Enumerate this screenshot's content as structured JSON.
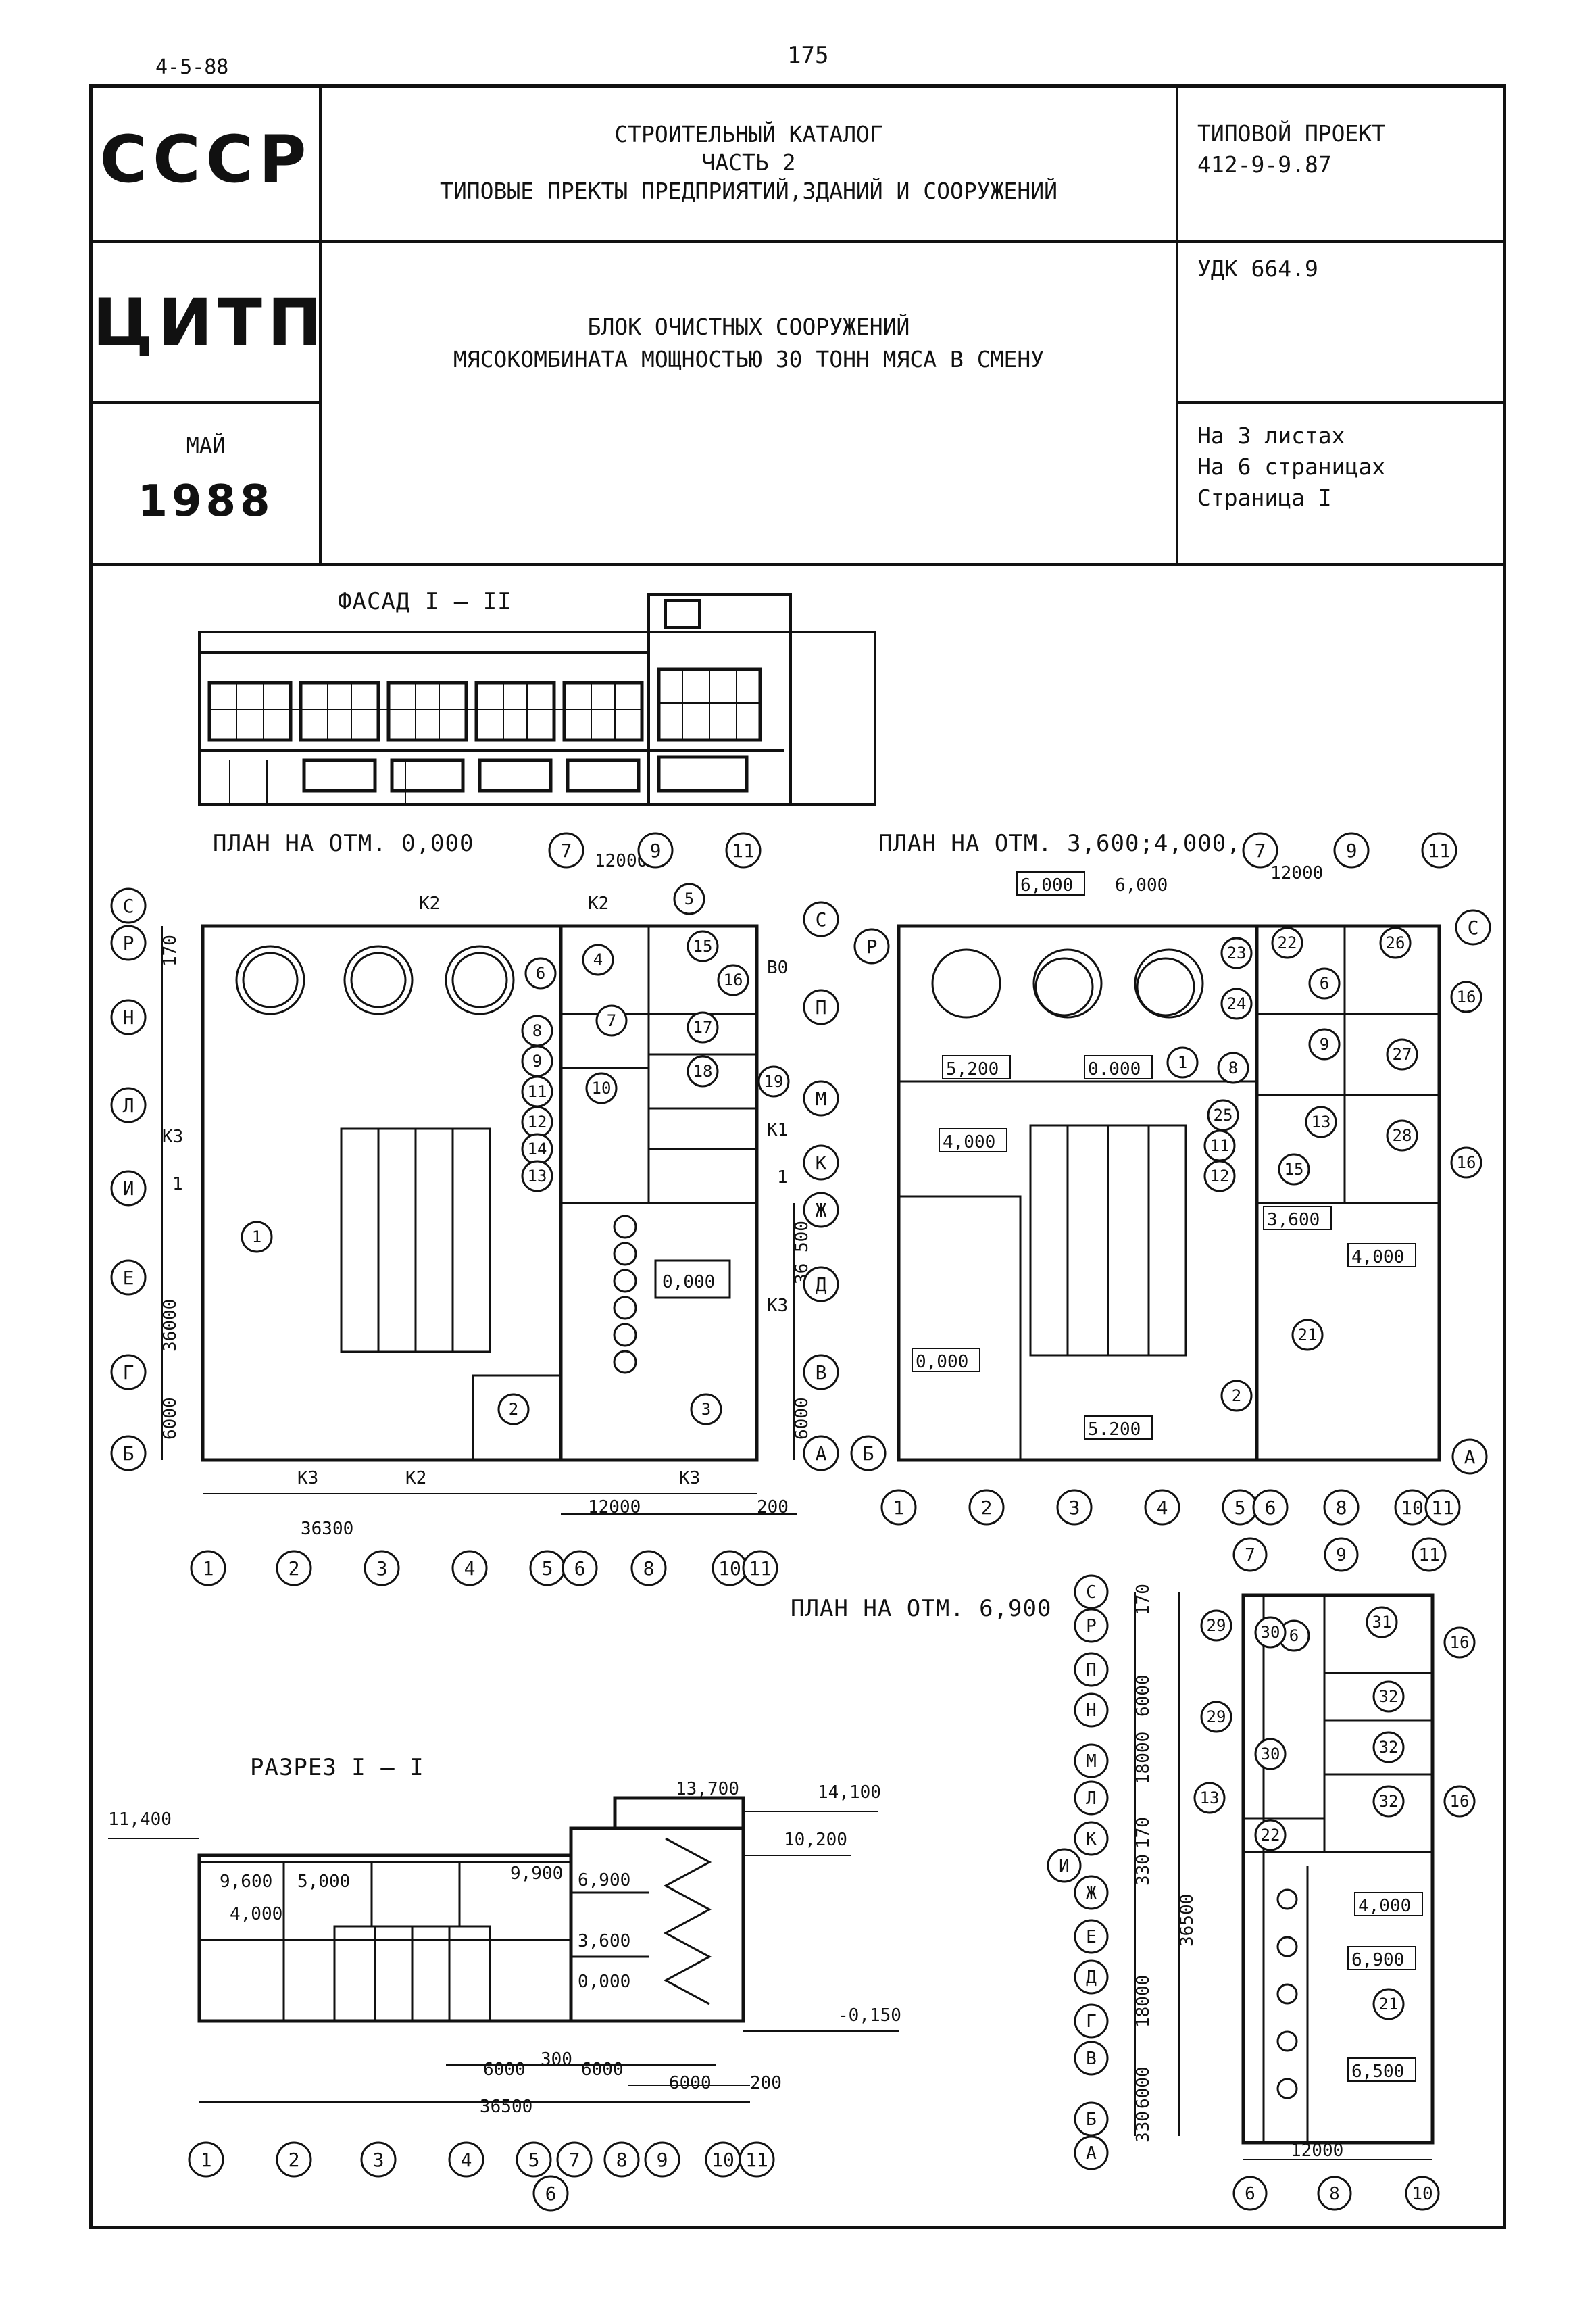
{
  "page": {
    "date_code": "4-5-88",
    "page_number": "175"
  },
  "header": {
    "country": "СССР",
    "org": "ЦИТП",
    "month": "МАЙ",
    "year": "1988",
    "catalog_line1": "СТРОИТЕЛЬНЫЙ КАТАЛОГ",
    "catalog_line2": "ЧАСТЬ 2",
    "catalog_line3": "ТИПОВЫЕ ПРЕКТЫ ПРЕДПРИЯТИЙ,ЗДАНИЙ И СООРУЖЕНИЙ",
    "project_label": "ТИПОВОЙ ПРОЕКТ",
    "project_number": "412-9-9.87",
    "udk": "УДК 664.9",
    "title_line1": "БЛОК ОЧИСТНЫХ СООРУЖЕНИЙ",
    "title_line2": "МЯСОКОМБИНАТА МОЩНОСТЬЮ 30 ТОНН МЯСА В СМЕНУ",
    "sheets": "На 3 листах",
    "pages": "На 6 страницах",
    "page_label": "Страница I"
  },
  "drawings": {
    "facade_title": "ФАСАД  I – II",
    "plan0_title": "ПЛАН НА ОТМ. 0,000",
    "plan36_title": "ПЛАН НА ОТМ. 3,600;4,000,",
    "plan69_title": "ПЛАН НА ОТМ. 6,900",
    "section_title": "РАЗРЕЗ  I – I",
    "plan0": {
      "axes_bottom": [
        "1",
        "2",
        "3",
        "4",
        "5",
        "6",
        "8",
        "10",
        "11"
      ],
      "axes_top": [
        "7",
        "9",
        "11"
      ],
      "axes_left": [
        "С",
        "Р",
        "Н",
        "Л",
        "И",
        "Е",
        "Г",
        "Б"
      ],
      "axes_right": [
        "С",
        "П",
        "М",
        "К",
        "Ж",
        "Д",
        "В",
        "А"
      ],
      "dims": [
        "36300",
        "12000",
        "200",
        "12000",
        "170",
        "36000",
        "6000",
        "36500",
        "6000"
      ],
      "rooms": [
        "1",
        "2",
        "3",
        "4",
        "5",
        "6",
        "7",
        "8",
        "9",
        "10",
        "11",
        "12",
        "13",
        "14",
        "15",
        "16",
        "17",
        "18",
        "19"
      ],
      "marks": [
        "0,000"
      ],
      "pipes": [
        "К2",
        "К3",
        "К1",
        "В0"
      ],
      "section_marks": [
        "1",
        "1"
      ]
    },
    "plan36": {
      "axes_bottom": [
        "1",
        "2",
        "3",
        "4",
        "5",
        "6",
        "8",
        "10",
        "11"
      ],
      "axes_top": [
        "7",
        "9",
        "11"
      ],
      "axes_side": [
        "Р",
        "С",
        "А"
      ],
      "dims": [
        "12000",
        "6,000"
      ],
      "rooms": [
        "1",
        "2",
        "6",
        "8",
        "9",
        "11",
        "12",
        "13",
        "15",
        "16",
        "21",
        "22",
        "23",
        "24",
        "25",
        "26",
        "27",
        "28"
      ],
      "marks": [
        "6,000",
        "5,200",
        "0,000",
        "4,000",
        "3,600",
        "4,000",
        "0,000",
        "5.200"
      ]
    },
    "plan69": {
      "axes_left": [
        "С",
        "Р",
        "П",
        "Н",
        "М",
        "Л",
        "К",
        "И",
        "Ж",
        "Е",
        "Д",
        "Г",
        "В",
        "Б",
        "А"
      ],
      "axes_top": [
        "7",
        "9",
        "11"
      ],
      "axes_bottom": [
        "6",
        "8",
        "10"
      ],
      "dims": [
        "170",
        "6000",
        "18000",
        "170",
        "330",
        "36500",
        "18000",
        "6000",
        "330",
        "12000"
      ],
      "rooms": [
        "6",
        "13",
        "16",
        "21",
        "22",
        "29",
        "30",
        "31",
        "32"
      ],
      "marks": [
        "4,000",
        "6,900",
        "6,500"
      ]
    },
    "section": {
      "axes": [
        "1",
        "2",
        "3",
        "4",
        "5",
        "6",
        "7",
        "8",
        "9",
        "10",
        "11"
      ],
      "marks": [
        "11,400",
        "14,100",
        "10,200",
        "13,700",
        "9,600",
        "5,000",
        "4,000",
        "9,900",
        "6,900",
        "3,600",
        "0,000",
        "-0,150"
      ],
      "dims": [
        "6000",
        "300",
        "6000",
        "6000",
        "200",
        "36500"
      ]
    }
  }
}
